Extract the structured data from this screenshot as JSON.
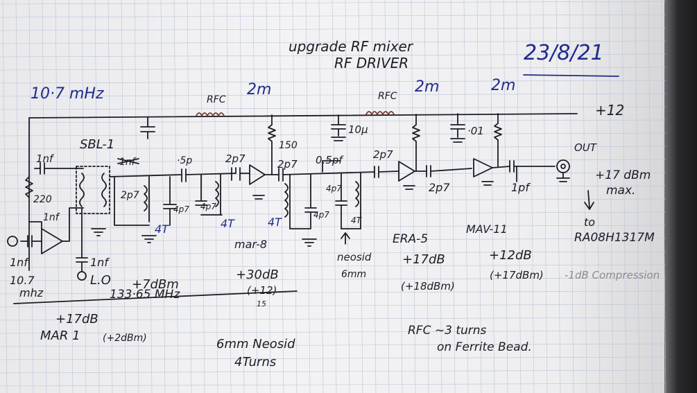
{
  "title": {
    "line1": "upgrade  RF mixer",
    "line2": "RF DRIVER"
  },
  "date": "23/8/21",
  "input_freq": "10·7 mHz",
  "supply": "+12",
  "wire_markers": {
    "m1": "2m",
    "m2": "2m",
    "m3": "2m"
  },
  "rfc_labels": {
    "r1": "RFC",
    "r2": "RFC"
  },
  "components": {
    "c_1nf_a": "1nf",
    "sbl": "SBL-1",
    "r_220": "220",
    "c_1nf_b": "1nf",
    "c_1nf_c": "1nf",
    "c_1nf_d": "1nf",
    "c_5p": "·5p",
    "c_2p7_a": "2p7",
    "c_2p7_b": "2p7",
    "c_2p7_c": "2p7",
    "c_2p7_d": "2p7",
    "c_2p7_e": "2p7",
    "c_4p7_a": "4p7",
    "c_4p7_b": "4p7",
    "c_4p7_c": "4p7",
    "c_4p7_d": "4p7",
    "turns_a": "4T",
    "turns_b": "4T",
    "turns_c": "4T",
    "turns_d": "4T",
    "r_150": "150",
    "c_05pf": "0.5pf",
    "c_10u": "10µ",
    "c_01": "·01",
    "c_1pf": "1pf",
    "lo_label": "L.O",
    "scratched": "1nf"
  },
  "out_label": "OUT",
  "out_power": {
    "level": "+17 dBm",
    "note": "max."
  },
  "target": {
    "to": "to",
    "part": "RA08H1317M"
  },
  "compression": "-1dB Compression",
  "stage_labels": {
    "in_freq": "10.7",
    "in_unit": "mhz",
    "lo_power": "+7dBm",
    "lo_freq": "133·65 MHz",
    "mar1_gain": "+17dB",
    "mar1": "MAR 1",
    "mar1_out": "(+2dBm)",
    "mar8": "mar-8",
    "mar8_gain": "+30dB",
    "mar8_out": "(+12)",
    "mar8_sub": "15",
    "neosid": "neosid",
    "neosid_size": "6mm",
    "era5": "ERA-5",
    "era5_gain": "+17dB",
    "era5_out": "(+18dBm)",
    "mav11": "MAV-11",
    "mav11_gain": "+12dB",
    "mav11_out": "(+17dBm)"
  },
  "notes": {
    "coil_line1": "6mm  Neosid",
    "coil_line2": "4Turns",
    "rfc_line1": "RFC ~3 turns",
    "rfc_line2": "on Ferrite Bead."
  },
  "colors": {
    "ink": "#1c1c24",
    "blue_ink": "#1f2a8c",
    "pencil": "#8a8a90",
    "paper": "#f1f1f3",
    "grid": "#b9c3d6"
  }
}
